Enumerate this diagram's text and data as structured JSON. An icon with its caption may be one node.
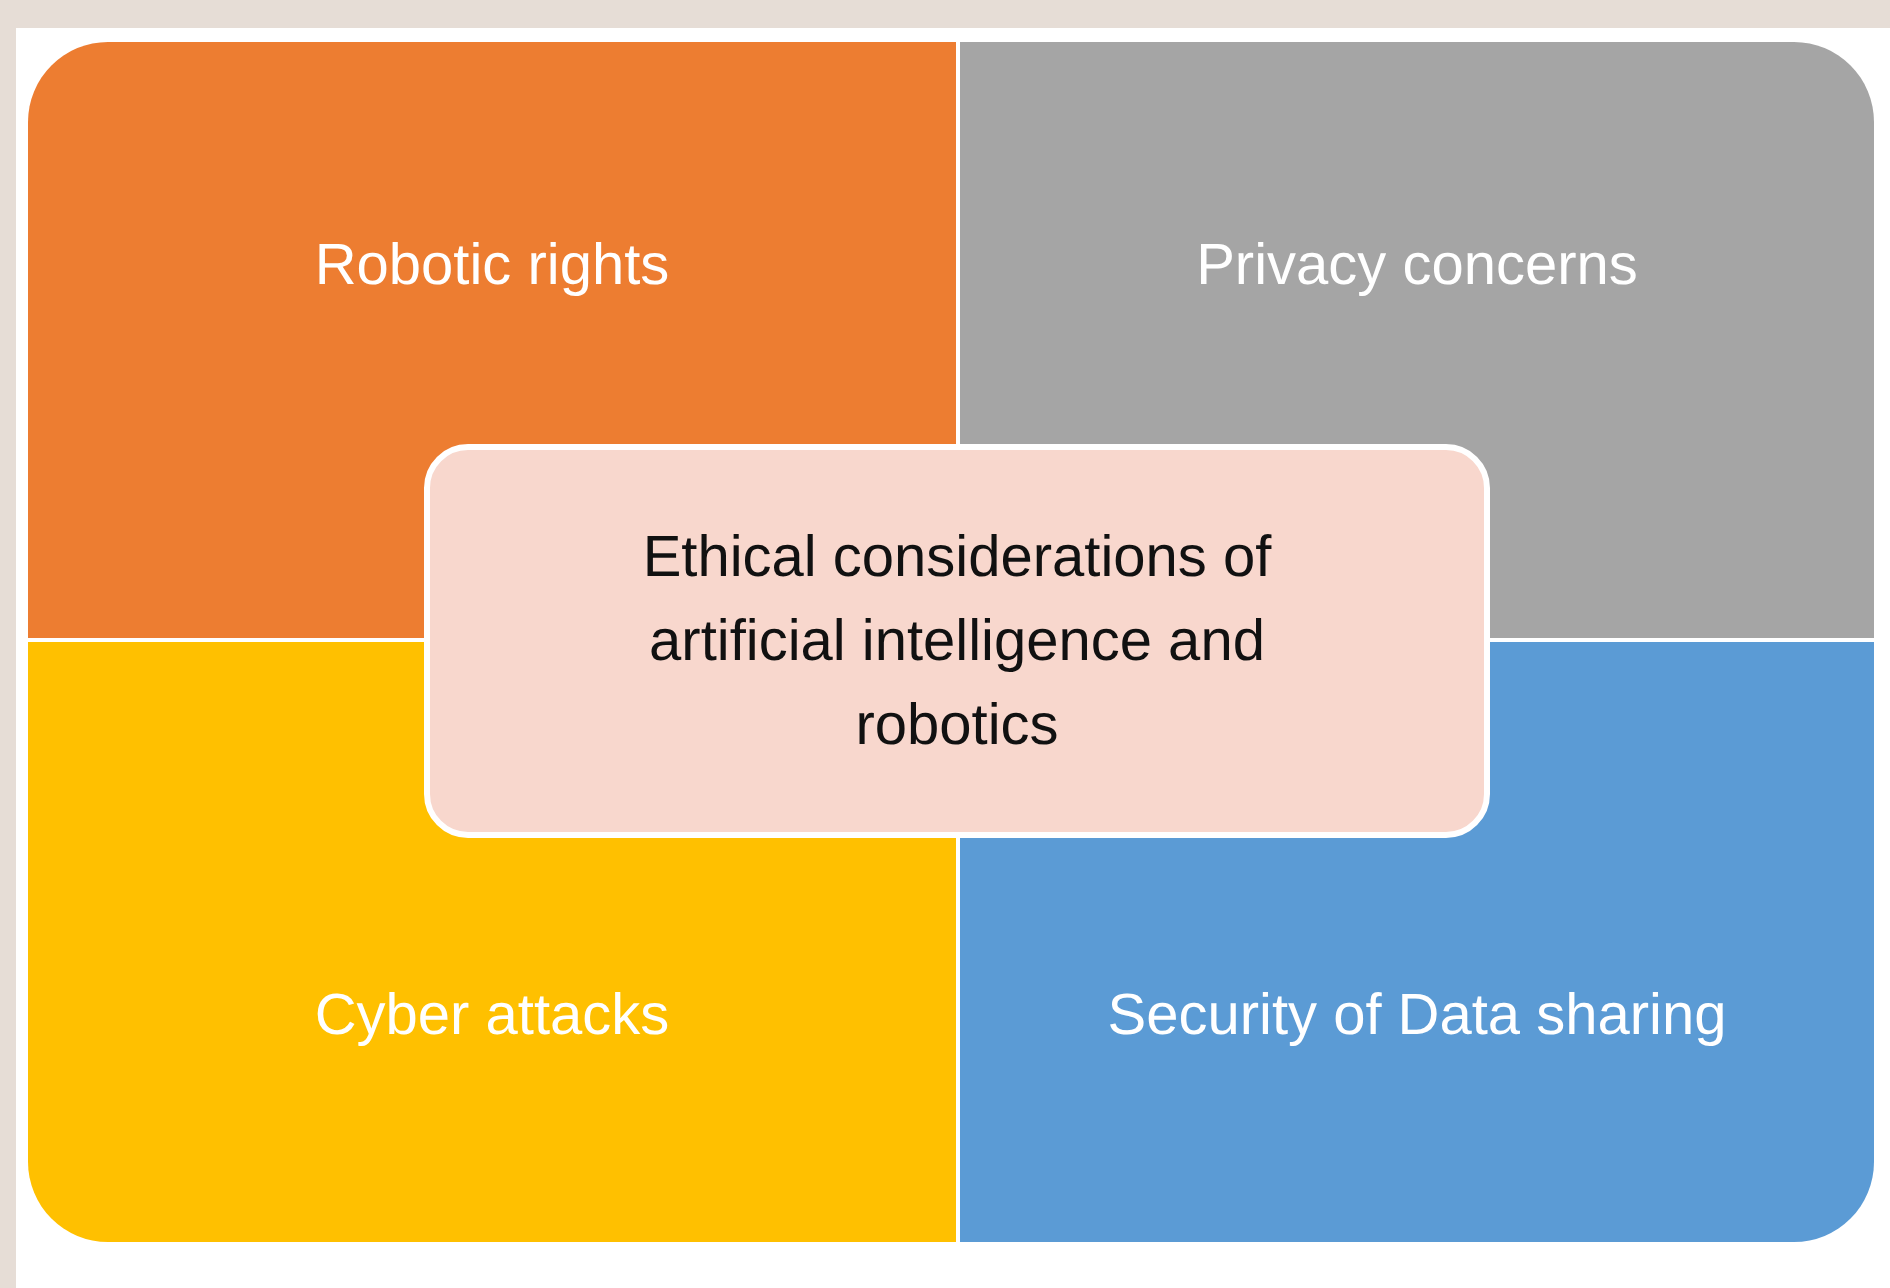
{
  "diagram": {
    "nodes": [
      {
        "text": [
          "Robotic rights"
        ]
      },
      {
        "text": [
          "Privacy concerns"
        ]
      },
      {
        "text": [
          "Ethical considerations of artificial intelligence and robotics"
        ]
      },
      {
        "text": [
          "Cyber attacks"
        ]
      },
      {
        "text": [
          "Security of Data sharing"
        ]
      }
    ]
  }
}
